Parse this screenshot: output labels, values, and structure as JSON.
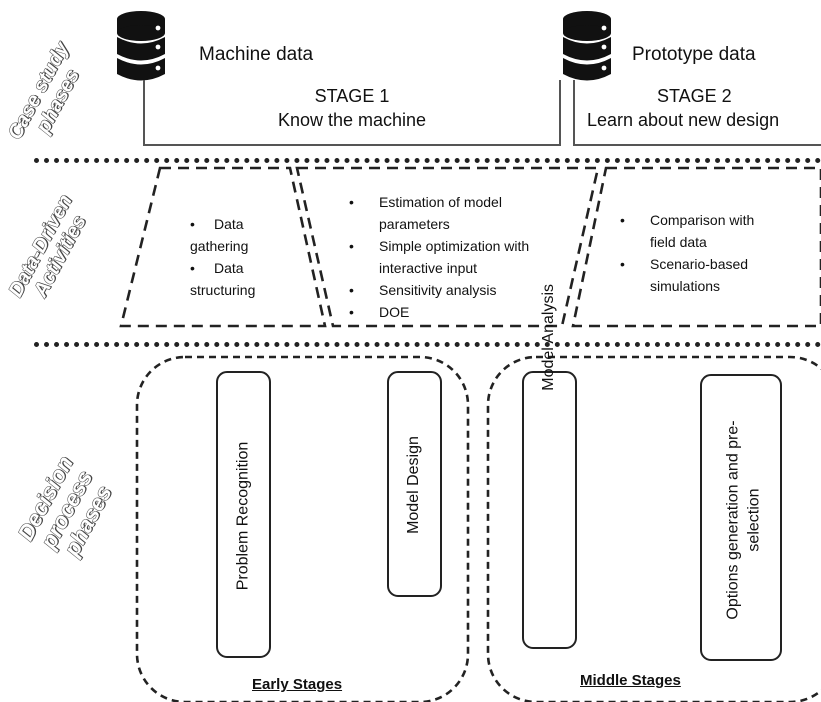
{
  "row_labels": {
    "case_study": [
      "Case study",
      "phases"
    ],
    "data_driven": [
      "Data-Driven",
      "Activities"
    ],
    "decision": [
      "Decision process",
      "phases"
    ]
  },
  "case_study": {
    "db1_label": "Machine data",
    "db2_label": "Prototype data",
    "stage1": {
      "title": "STAGE 1",
      "subtitle": "Know the machine"
    },
    "stage2": {
      "title": "STAGE 2",
      "subtitle": "Learn about new design"
    }
  },
  "activities": {
    "box1": [
      "Data gathering",
      "Data structuring"
    ],
    "box1_lines": [
      "Data",
      "gathering",
      "Data",
      "structuring"
    ],
    "box2_lines": [
      "Estimation of model",
      "parameters",
      "Simple optimization with",
      "interactive input",
      "Sensitivity analysis",
      "DOE"
    ],
    "box3_lines": [
      "Comparison with",
      "field data",
      "Scenario-based",
      "simulations"
    ]
  },
  "decision": {
    "early": {
      "label": "Early Stages",
      "phases": [
        "Problem Recognition",
        "Model Design"
      ]
    },
    "middle": {
      "label": "Middle Stages",
      "phase1": "Model Analysis",
      "phase2_lines": [
        "Options generation and pre-",
        "selection"
      ]
    }
  },
  "colors": {
    "line": "#222222",
    "label_outline": "#555555",
    "db": "#111111"
  }
}
